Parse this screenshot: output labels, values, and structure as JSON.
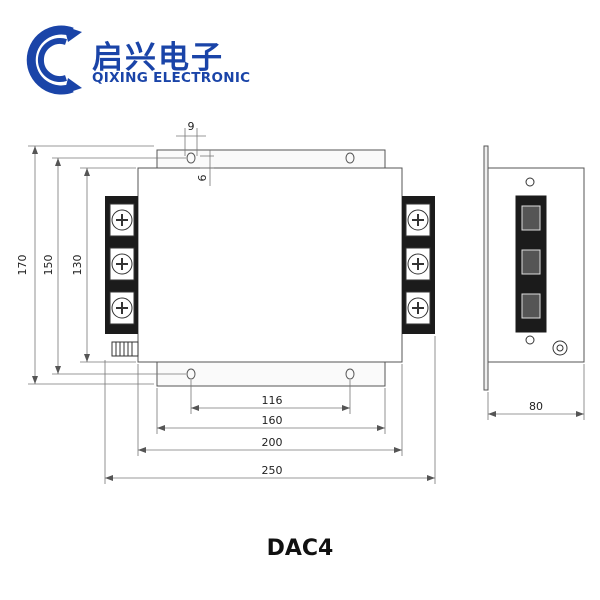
{
  "brand": {
    "name_cn": "启兴电子",
    "name_en": "QIXING ELECTRONIC",
    "color": "#1a44a8"
  },
  "drawing": {
    "dimensions": {
      "hole_spacing_small": "9",
      "hole_offset": "6",
      "height_overall": "170",
      "height_flange": "150",
      "height_body": "130",
      "hole_pitch": "116",
      "flange_width": "160",
      "body_width": "200",
      "overall_width": "250",
      "side_depth": "80"
    },
    "terminals_per_side": 3
  },
  "model": "DAC4"
}
